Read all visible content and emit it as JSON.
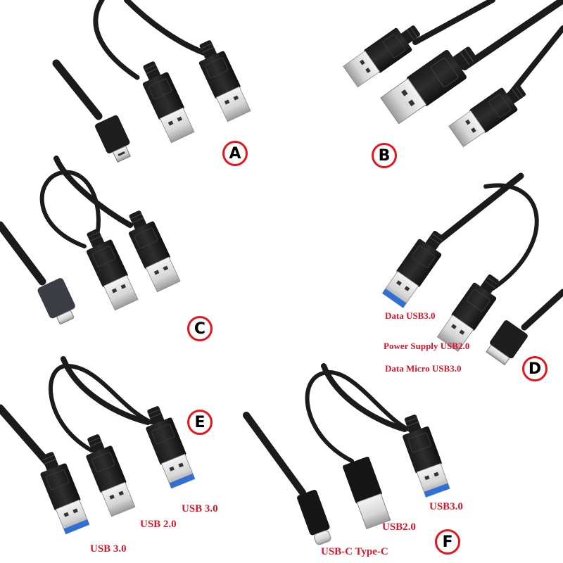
{
  "collage": {
    "background": "#ffffff",
    "badge_border_color": "#e8141c",
    "label_color": "#d9162a",
    "panels": [
      {
        "id": "A",
        "badge": "A",
        "description": "Mini USB to dual USB-A Y cable",
        "labels": []
      },
      {
        "id": "B",
        "badge": "B",
        "description": "USB-A to dual USB-A Y cable",
        "labels": []
      },
      {
        "id": "C",
        "badge": "C",
        "description": "Micro USB to dual USB-A Y cable",
        "labels": []
      },
      {
        "id": "D",
        "badge": "D",
        "description": "Micro USB3.0 to USB3.0 + USB2.0 Y cable",
        "labels": [
          "Data USB3.0",
          "Power Supply USB2.0",
          "Data Micro USB3.0"
        ]
      },
      {
        "id": "E",
        "badge": "E",
        "description": "USB 3.0 to USB 3.0 + USB 2.0 Y cable",
        "labels": [
          "USB 3.0",
          "USB 2.0",
          "USB 3.0"
        ]
      },
      {
        "id": "F",
        "badge": "F",
        "description": "USB-C to USB3.0 + USB2.0 Y cable",
        "labels": [
          "USB3.0",
          "USB2.0",
          "USB-C Type-C"
        ]
      }
    ]
  }
}
